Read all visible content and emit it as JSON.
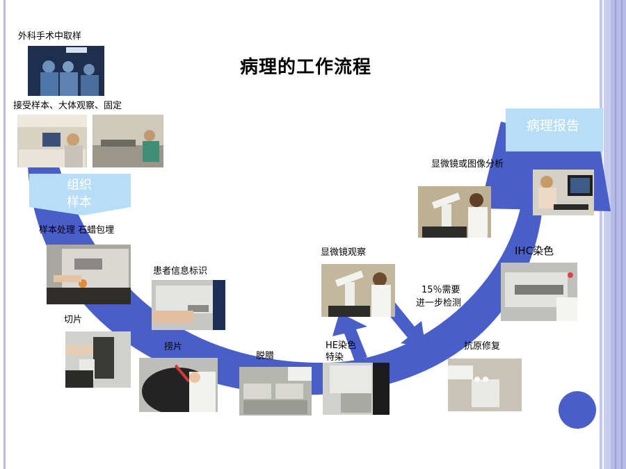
{
  "title": "病理的工作流程",
  "steps": {
    "surgery": "外科手术中取样",
    "receive": "接受样本、大体观察、固定",
    "tissue_line1": "组织",
    "tissue_line2": "样本",
    "processing": "样本处理  石蜡包埋",
    "patient_info": "患者信息标识",
    "sectioning": "切片",
    "scooping": "捞片",
    "dewax": "脱腊",
    "he_line1": "HE染色",
    "he_line2": "特染",
    "micro_observe": "显微镜观察",
    "further_line1": "15％需要",
    "further_line2": "进一步检测",
    "antigen": "抗原修复",
    "ihc": "IHC染色",
    "analysis": "显微镜或图像分析",
    "report": "病理报告"
  },
  "colors": {
    "arrow": "#4a5ec9",
    "tag": "#b7def6",
    "border": "#b9bde6"
  }
}
